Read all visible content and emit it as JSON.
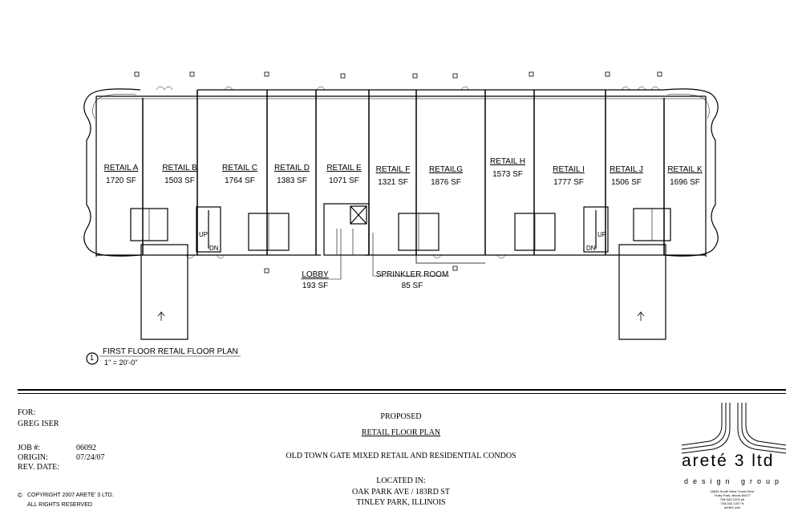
{
  "retail_units": [
    {
      "name": "RETAIL A",
      "area": "1720 SF"
    },
    {
      "name": "RETAIL B",
      "area": "1503 SF"
    },
    {
      "name": "RETAIL C",
      "area": "1764 SF"
    },
    {
      "name": "RETAIL D",
      "area": "1383 SF"
    },
    {
      "name": "RETAIL E",
      "area": "1071 SF"
    },
    {
      "name": "RETAIL F",
      "area": "1321 SF"
    },
    {
      "name": "RETAILG",
      "area": "1876 SF"
    },
    {
      "name": "RETAIL H",
      "area": "1573 SF"
    },
    {
      "name": "RETAIL I",
      "area": "1777 SF"
    },
    {
      "name": "RETAIL J",
      "area": "1506 SF"
    },
    {
      "name": "RETAIL K",
      "area": "1696 SF"
    }
  ],
  "lobby": {
    "name": "LOBBY",
    "area": "193 SF"
  },
  "sprinkler": {
    "name": "SPRINKLER ROOM",
    "area": "85 SF"
  },
  "stair_labels": {
    "up": "UP",
    "dn": "DN"
  },
  "plan_title": {
    "number": "1",
    "title": "FIRST FLOOR RETAIL FLOOR PLAN",
    "scale": "1\" = 20'-0\""
  },
  "title_block": {
    "for_label": "FOR:",
    "client": "GREG ISER",
    "job_label": "JOB #:",
    "job_value": "06092",
    "origin_label": "ORIGIN:",
    "origin_value": "07/24/07",
    "rev_label": "REV. DATE:",
    "proposed": "PROPOSED",
    "sheet_title": "RETAIL FLOOR PLAN",
    "project": "OLD TOWN GATE MIXED RETAIL AND RESIDENTIAL CONDOS",
    "located_label": "LOCATED IN:",
    "address1": "OAK PARK AVE / 183RD ST",
    "address2": "TINLEY PARK, ILLINOIS",
    "copyright": "COPYRIGHT 2007 ARETE' 3 LTD.",
    "rights": "ALL RIGHTS RESERVED"
  },
  "firm": {
    "name": "areté 3 ltd",
    "tagline": "design group",
    "address_lines": [
      "18645 South West Creek Drive",
      "Tinley Park, Illinois 60477",
      "708-342-1203 ph",
      "708-342-1207 fx",
      "arete3.com"
    ]
  }
}
